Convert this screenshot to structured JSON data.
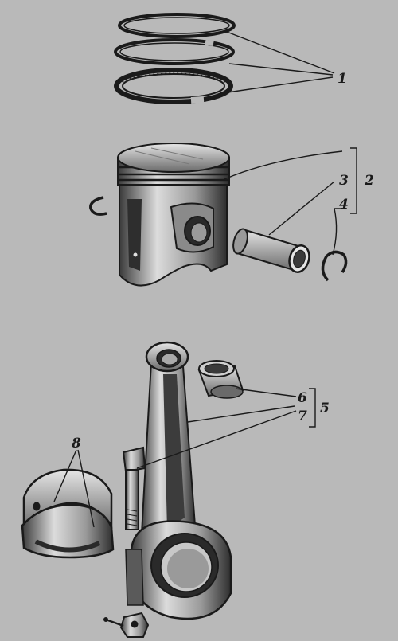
{
  "callouts": {
    "rings": "1",
    "piston_assembly": "2",
    "pin": "3",
    "circlip": "4",
    "rod_assembly": "5",
    "bushing": "6",
    "rod": "7",
    "bearing_shells": "8"
  },
  "colors": {
    "background": "#b9b9b9",
    "ink": "#1a1a1a",
    "shade": "#4a4a4a",
    "highlight": "#e0e0e0"
  }
}
